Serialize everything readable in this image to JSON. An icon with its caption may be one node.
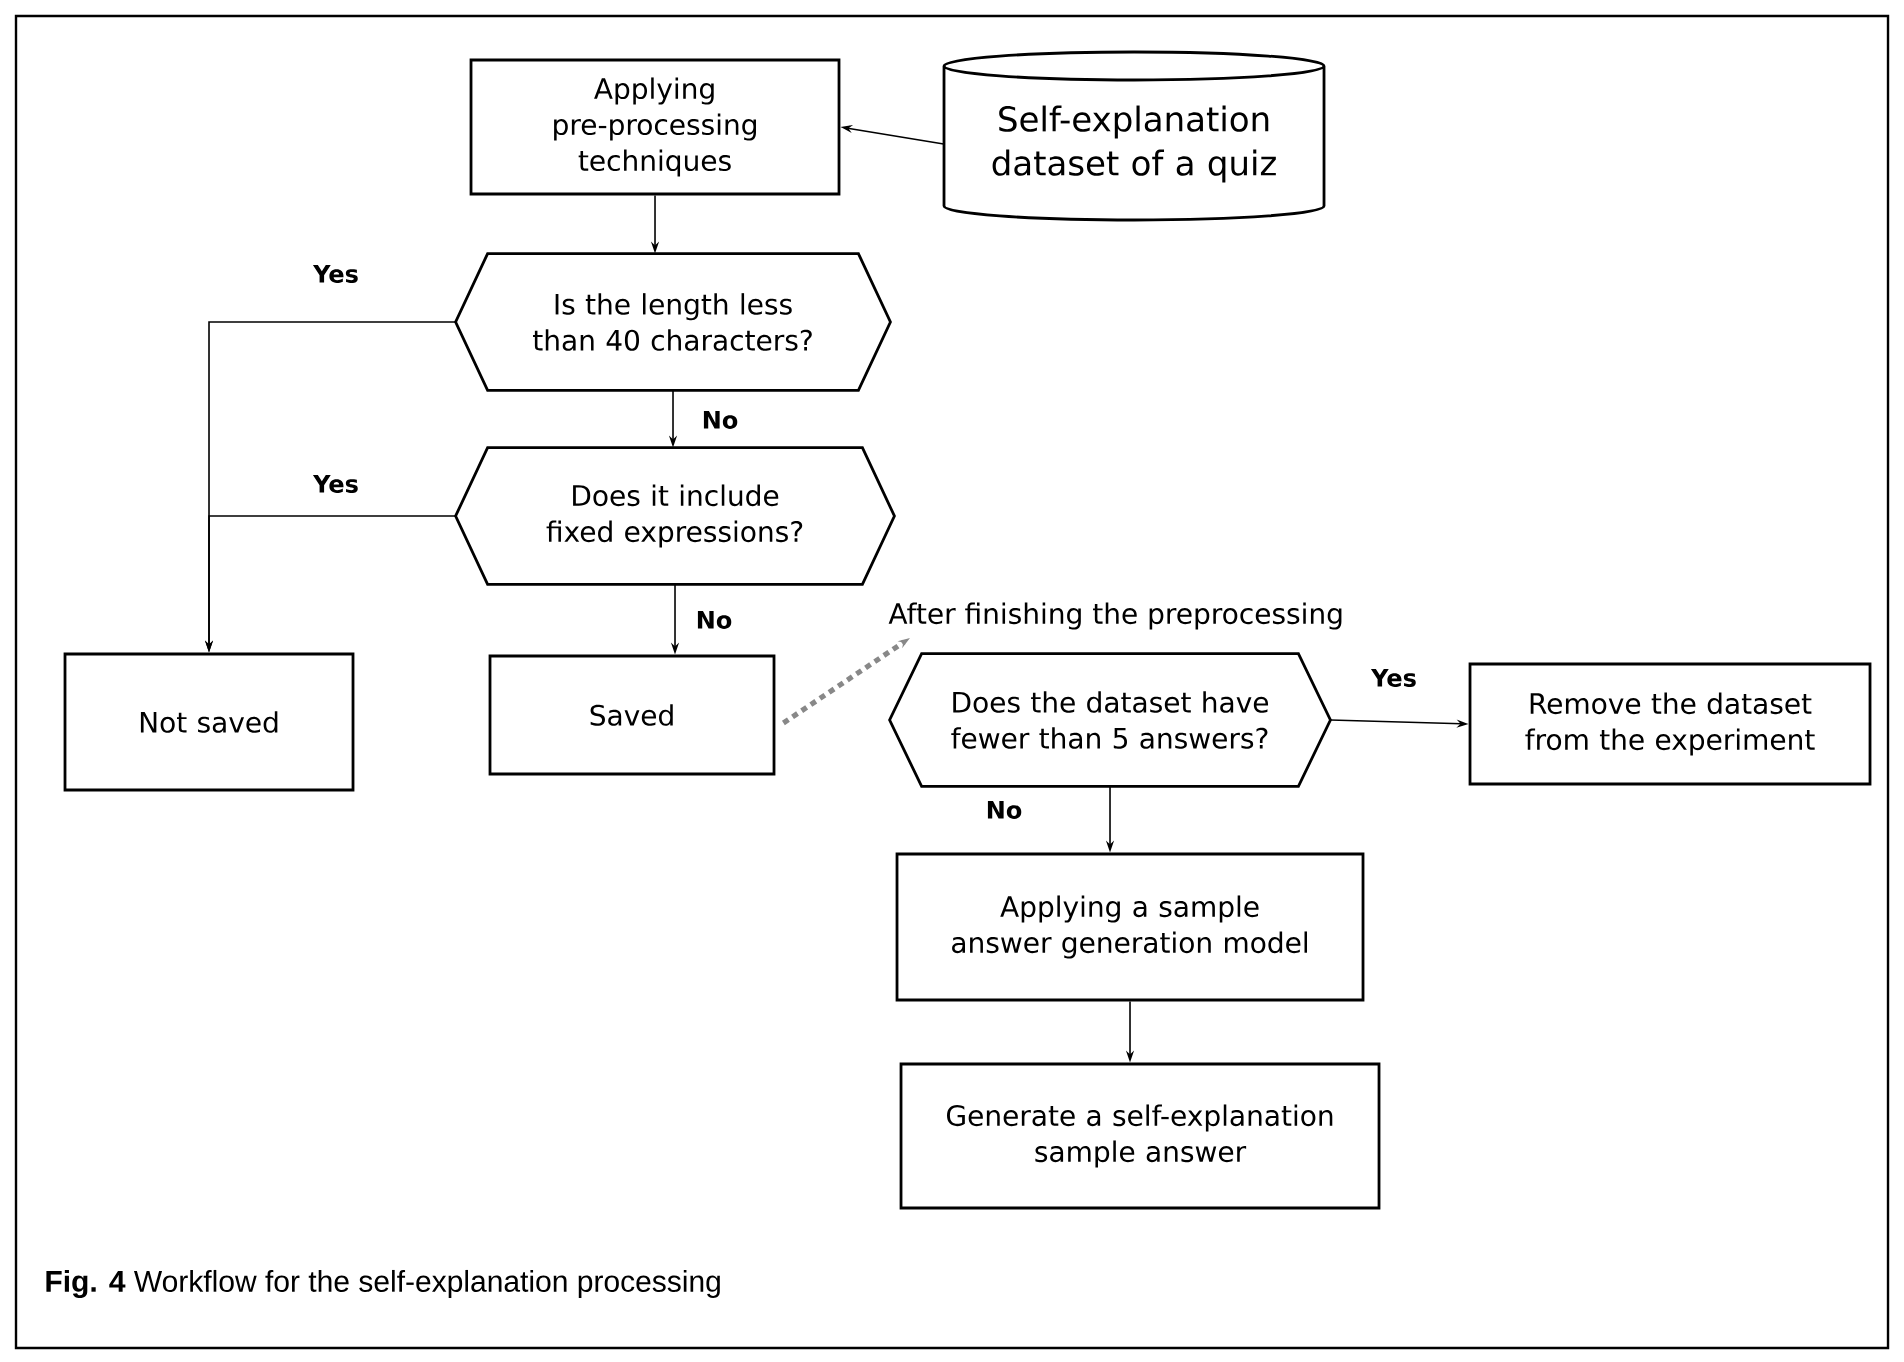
{
  "diagram": {
    "caption": "**Fig. 4** Workflow for the self-explanation processing",
    "nodes": [
      {
        "text": [
          "Applying pre-processing techniques"
        ]
      },
      {
        "text": [
          "Self-explanation dataset of a quiz"
        ]
      },
      {
        "text": [
          "Is the length less than 40 characters?"
        ]
      },
      {
        "text": [
          "Does it include fixed expressions?"
        ]
      },
      {
        "text": [
          "Not saved"
        ]
      },
      {
        "text": [
          "Saved"
        ]
      },
      {
        "text": [
          "After finishing the preprocessing"
        ]
      },
      {
        "text": [
          "Does the dataset have fewer than 5 answers?"
        ]
      },
      {
        "text": [
          "Remove the dataset from the experiment"
        ]
      },
      {
        "text": [
          "Applying a sample answer generation model"
        ]
      },
      {
        "text": [
          "Generate a self-explanation sample answer"
        ]
      }
    ],
    "edges": [
      {
        "from": 1,
        "to": 0,
        "arrow": "to"
      },
      {
        "from": 0,
        "to": 2,
        "arrow": "to"
      },
      {
        "from": 2,
        "to": 4,
        "arrow": "to",
        "label": "Yes"
      },
      {
        "from": 2,
        "to": 3,
        "arrow": "to",
        "label": "No"
      },
      {
        "from": 3,
        "to": 4,
        "arrow": "to",
        "label": "Yes"
      },
      {
        "from": 3,
        "to": 5,
        "arrow": "to",
        "label": "No"
      },
      {
        "from": 5,
        "to": 6,
        "arrow": "to",
        "style": "dashed",
        "color": "#888888"
      },
      {
        "from": 7,
        "to": 8,
        "arrow": "to",
        "label": "Yes"
      },
      {
        "from": 7,
        "to": 9,
        "arrow": "to",
        "label": "No"
      },
      {
        "from": 9,
        "to": 10,
        "arrow": "to"
      }
    ]
  }
}
